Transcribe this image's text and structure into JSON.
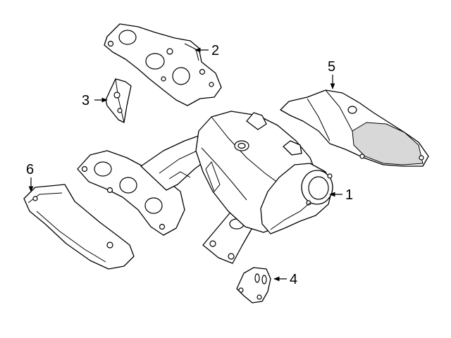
{
  "callouts": {
    "c1": "1",
    "c2": "2",
    "c3": "3",
    "c4": "4",
    "c5": "5",
    "c6": "6"
  },
  "colors": {
    "line": "#000000",
    "background": "#ffffff",
    "shading": "#d8d8d8"
  }
}
